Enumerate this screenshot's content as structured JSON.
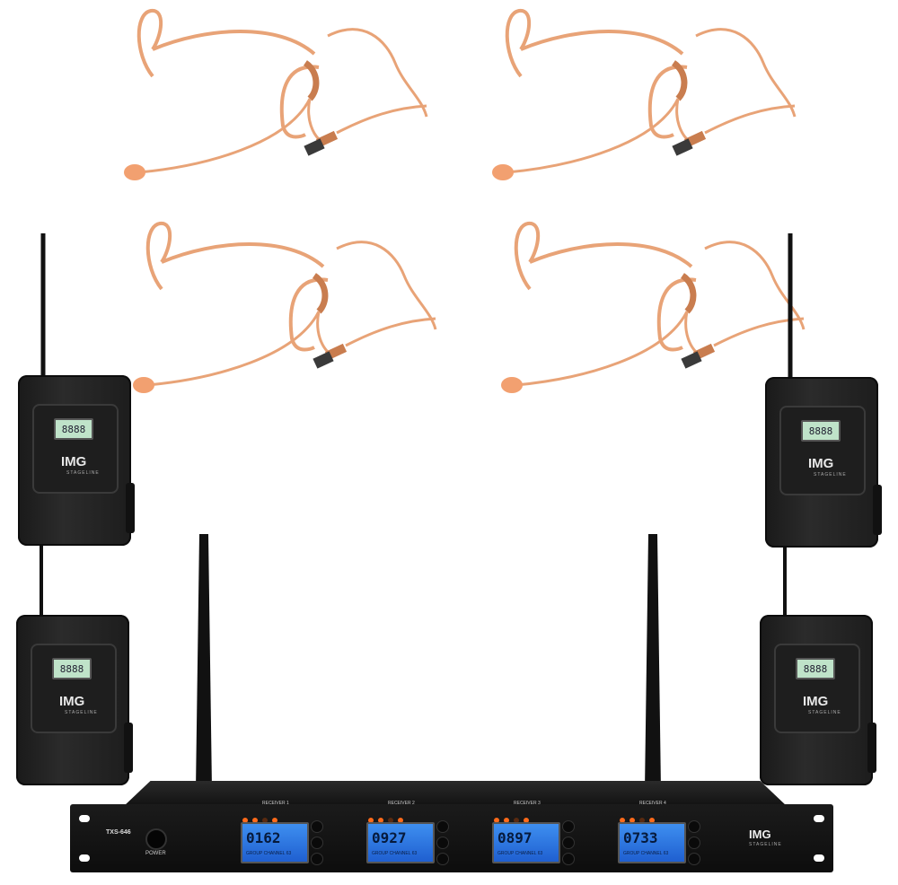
{
  "colors": {
    "headset": "#e8a377",
    "headset_dark": "#c97d4f",
    "body": "#1d1d1d",
    "lcd_blue": "#2f78e6",
    "lcd_green": "#bfe3c9",
    "indicator_orange": "#ff6a1a"
  },
  "packs": [
    {
      "lcd": "8888",
      "brand": "IMG",
      "sub": "STAGELINE"
    },
    {
      "lcd": "8888",
      "brand": "IMG",
      "sub": "STAGELINE"
    },
    {
      "lcd": "8888",
      "brand": "IMG",
      "sub": "STAGELINE"
    },
    {
      "lcd": "8888",
      "brand": "IMG",
      "sub": "STAGELINE"
    }
  ],
  "receiver": {
    "model": "TXS-646",
    "power_label": "POWER",
    "brand": "IMG",
    "brand_sub": "STAGELINE",
    "channels": [
      {
        "label": "RECEIVER 1",
        "frequency": "0162",
        "group": "GROUP CHANNEL 63"
      },
      {
        "label": "RECEIVER 2",
        "frequency": "0927",
        "group": "GROUP CHANNEL 63"
      },
      {
        "label": "RECEIVER 3",
        "frequency": "0897",
        "group": "GROUP CHANNEL 63"
      },
      {
        "label": "RECEIVER 4",
        "frequency": "0733",
        "group": "GROUP CHANNEL 63"
      }
    ]
  }
}
